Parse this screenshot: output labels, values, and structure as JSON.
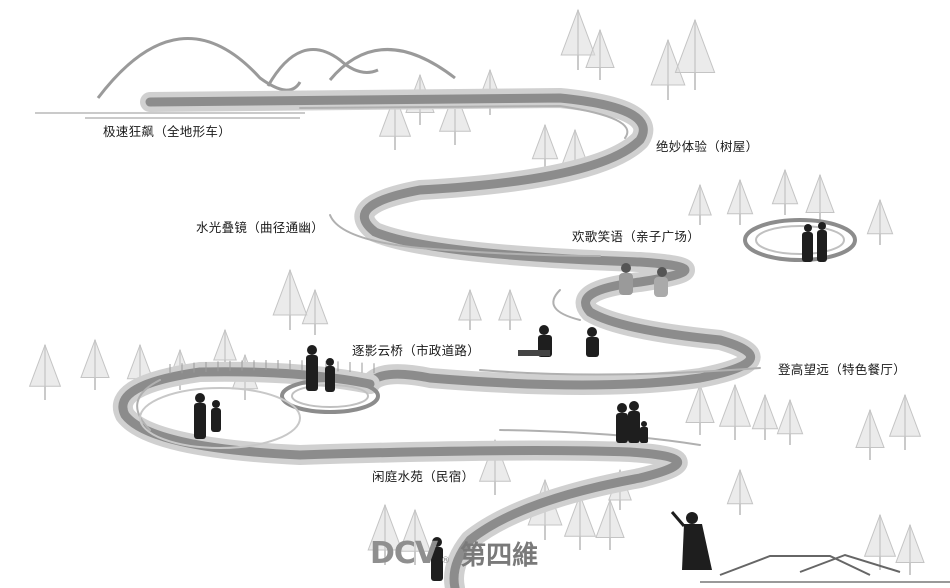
{
  "labels": {
    "atv": "极速狂飙（全地形车）",
    "treehouse": "绝妙体验（树屋）",
    "water_mirror": "水光叠镜（曲径通幽）",
    "family_plaza": "欢歌笑语（亲子广场）",
    "cloud_bridge": "逐影云桥（市政道路）",
    "restaurant": "登高望远（特色餐厅）",
    "homestay": "闲庭水苑（民宿）"
  },
  "watermark": {
    "logo": "DCV",
    "reg": "®",
    "text": "第四維"
  },
  "colors": {
    "path": "#8c8c8c",
    "path_edge": "#bdbdbd",
    "tree": "#c4c4c4",
    "mountain": "#9a9a9a",
    "figure": "#1e1e1e"
  }
}
